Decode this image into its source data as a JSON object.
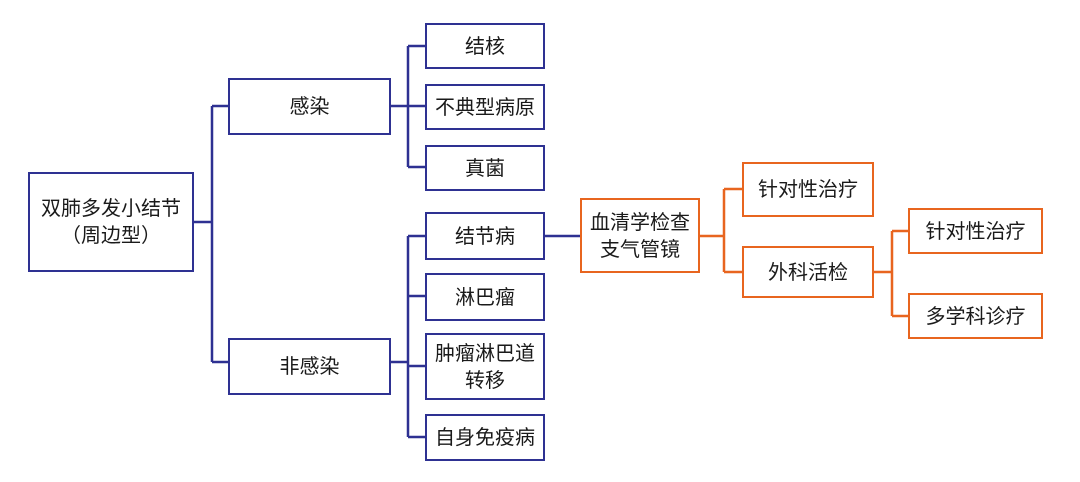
{
  "colors": {
    "primary": "#2e3192",
    "accent": "#e8651f"
  },
  "diagram": {
    "root": "双肺多发小结节\n（周边型）",
    "infection": "感染",
    "non_infection": "非感染",
    "tuberculosis": "结核",
    "atypical_pathogen": "不典型病原",
    "fungus": "真菌",
    "sarcoidosis": "结节病",
    "lymphoma": "淋巴瘤",
    "lymphangitic_metastasis": "肿瘤淋巴道\n转移",
    "autoimmune": "自身免疫病",
    "serology_bronchoscopy": "血清学检查\n支气管镜",
    "targeted_treatment_1": "针对性治疗",
    "surgical_biopsy": "外科活检",
    "targeted_treatment_2": "针对性治疗",
    "mdt": "多学科诊疗"
  }
}
